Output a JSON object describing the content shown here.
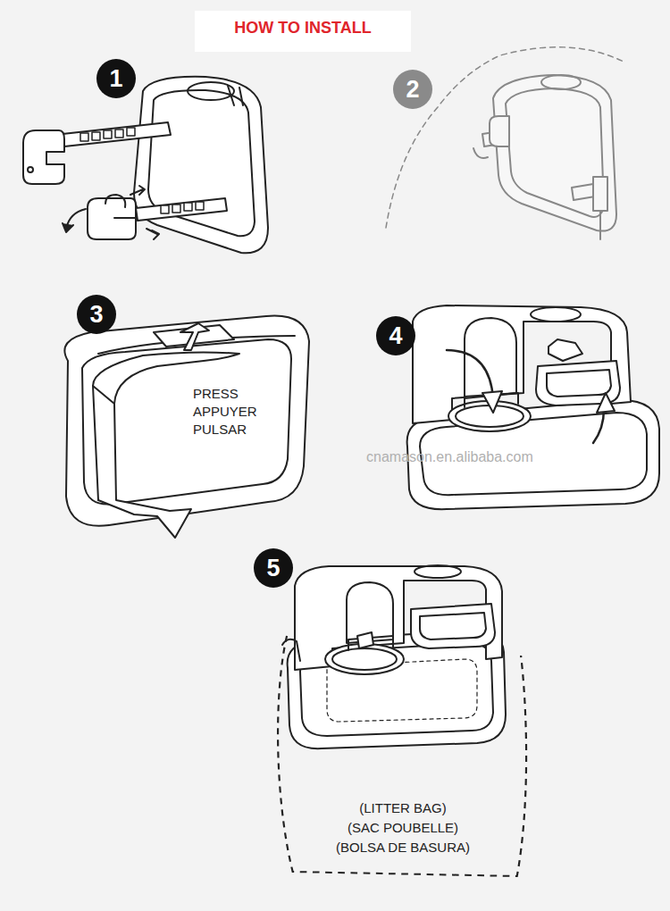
{
  "diagram": {
    "title": "HOW TO INSTALL",
    "nodes": [
      {
        "text": [
          "1"
        ]
      },
      {
        "text": [
          "2"
        ]
      },
      {
        "text": [
          "3"
        ]
      },
      {
        "text": [
          "4"
        ]
      },
      {
        "text": [
          "5"
        ]
      },
      {
        "text": [
          "(LITTER BAG) (SAC POUBELLE) (BOLSA DE BASURA)"
        ]
      }
    ],
    "labels": [
      "PRESS",
      "APPUYER",
      "PULSAR",
      "cnamason.en.alibaba.com"
    ]
  }
}
